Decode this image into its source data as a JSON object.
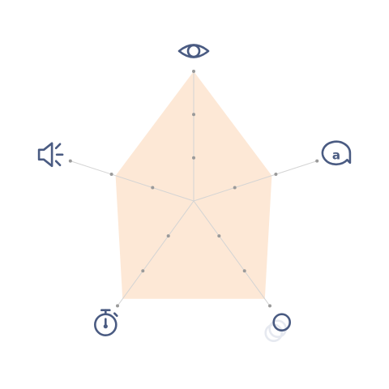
{
  "chart_data": {
    "type": "radar",
    "axes": [
      {
        "icon": "eye-icon"
      },
      {
        "icon": "speech-bubble-icon",
        "glyph": "a"
      },
      {
        "icon": "cursor-circles-icon"
      },
      {
        "icon": "stopwatch-icon"
      },
      {
        "icon": "speaker-icon"
      }
    ],
    "scale": {
      "max": 3,
      "rings": 3
    },
    "series": [
      {
        "values": [
          3,
          1.9,
          2.8,
          2.8,
          1.9
        ]
      }
    ],
    "grid": true,
    "legend": "none"
  },
  "colors": {
    "fill": "#fde8d6",
    "axis_line": "#d4d4d4",
    "tick_dot": "#9a9a9a",
    "icon": "#4a5b82",
    "icon_faded": "#e6e9f0"
  }
}
